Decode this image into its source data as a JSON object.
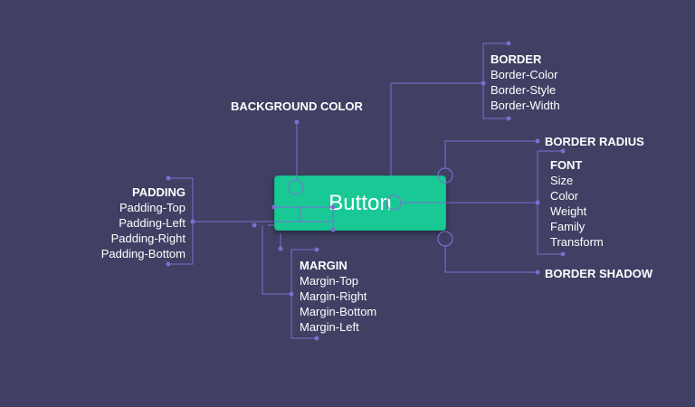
{
  "colors": {
    "background": "#3f4063",
    "button_fill": "#19c995",
    "line": "#7a6fd0",
    "text": "#ffffff"
  },
  "button": {
    "label": "Button"
  },
  "background_color": {
    "title": "BACKGROUND COLOR"
  },
  "border": {
    "title": "BORDER",
    "items": [
      "Border-Color",
      "Border-Style",
      "Border-Width"
    ]
  },
  "border_radius": {
    "title": "BORDER RADIUS"
  },
  "font": {
    "title": "FONT",
    "items": [
      "Size",
      "Color",
      "Weight",
      "Family",
      "Transform"
    ]
  },
  "border_shadow": {
    "title": "BORDER SHADOW"
  },
  "padding": {
    "title": "PADDING",
    "items": [
      "Padding-Top",
      "Padding-Left",
      "Padding-Right",
      "Padding-Bottom"
    ]
  },
  "margin": {
    "title": "MARGIN",
    "items": [
      "Margin-Top",
      "Margin-Right",
      "Margin-Bottom",
      "Margin-Left"
    ]
  }
}
